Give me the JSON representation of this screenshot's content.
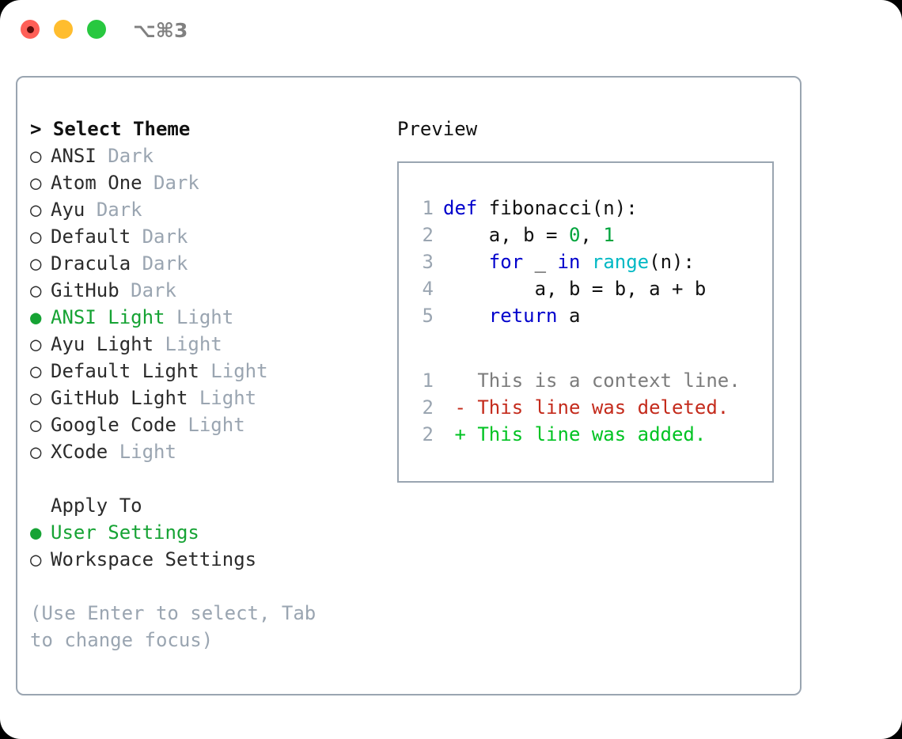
{
  "titlebar": {
    "shortcut": "⌥⌘3",
    "buttons": [
      "close",
      "minimize",
      "zoom"
    ]
  },
  "theme_panel": {
    "heading_caret": "> ",
    "heading": "Select Theme",
    "marker_unselected": "○",
    "marker_selected": "●",
    "items": [
      {
        "name": "ANSI",
        "tag": "Dark",
        "selected": false
      },
      {
        "name": "Atom One",
        "tag": "Dark",
        "selected": false
      },
      {
        "name": "Ayu",
        "tag": "Dark",
        "selected": false
      },
      {
        "name": "Default",
        "tag": "Dark",
        "selected": false
      },
      {
        "name": "Dracula",
        "tag": "Dark",
        "selected": false
      },
      {
        "name": "GitHub",
        "tag": "Dark",
        "selected": false
      },
      {
        "name": "ANSI Light",
        "tag": "Light",
        "selected": true
      },
      {
        "name": "Ayu Light",
        "tag": "Light",
        "selected": false
      },
      {
        "name": "Default Light",
        "tag": "Light",
        "selected": false
      },
      {
        "name": "GitHub Light",
        "tag": "Light",
        "selected": false
      },
      {
        "name": "Google Code",
        "tag": "Light",
        "selected": false
      },
      {
        "name": "XCode",
        "tag": "Light",
        "selected": false
      }
    ]
  },
  "apply_to": {
    "title": "Apply To",
    "options": [
      {
        "label": "User Settings",
        "selected": true
      },
      {
        "label": "Workspace Settings",
        "selected": false
      }
    ]
  },
  "hint": "(Use Enter to select, Tab to change focus)",
  "preview": {
    "title": "Preview",
    "code": [
      {
        "ln": "1",
        "tokens": [
          {
            "t": "def ",
            "c": "kw"
          },
          {
            "t": "fibonacci",
            "c": "fn"
          },
          {
            "t": "(n):",
            "c": "plain"
          }
        ]
      },
      {
        "ln": "2",
        "tokens": [
          {
            "t": "    a, b = ",
            "c": "plain"
          },
          {
            "t": "0",
            "c": "num"
          },
          {
            "t": ", ",
            "c": "plain"
          },
          {
            "t": "1",
            "c": "num"
          }
        ]
      },
      {
        "ln": "3",
        "tokens": [
          {
            "t": "    ",
            "c": "plain"
          },
          {
            "t": "for",
            "c": "kw"
          },
          {
            "t": " _ ",
            "c": "plain"
          },
          {
            "t": "in",
            "c": "kw"
          },
          {
            "t": " ",
            "c": "plain"
          },
          {
            "t": "range",
            "c": "call"
          },
          {
            "t": "(n):",
            "c": "plain"
          }
        ]
      },
      {
        "ln": "4",
        "tokens": [
          {
            "t": "        a, b = b, a + b",
            "c": "plain"
          }
        ]
      },
      {
        "ln": "5",
        "tokens": [
          {
            "t": "    ",
            "c": "plain"
          },
          {
            "t": "return",
            "c": "kw"
          },
          {
            "t": " a",
            "c": "plain"
          }
        ]
      }
    ],
    "diff": [
      {
        "ln": "1",
        "sign": "  ",
        "text": "This is a context line.",
        "kind": "ctx"
      },
      {
        "ln": "2",
        "sign": "- ",
        "text": "This line was deleted.",
        "kind": "del"
      },
      {
        "ln": "2",
        "sign": "+ ",
        "text": "This line was added.",
        "kind": "add"
      }
    ]
  },
  "colors": {
    "accent_green": "#16a334",
    "muted": "#9aa5b1",
    "keyword": "#0000cc",
    "number": "#00a43c",
    "call": "#00b8c4",
    "diff_delete": "#c42b1c",
    "diff_add": "#00c322",
    "border": "#9aa5b1"
  }
}
